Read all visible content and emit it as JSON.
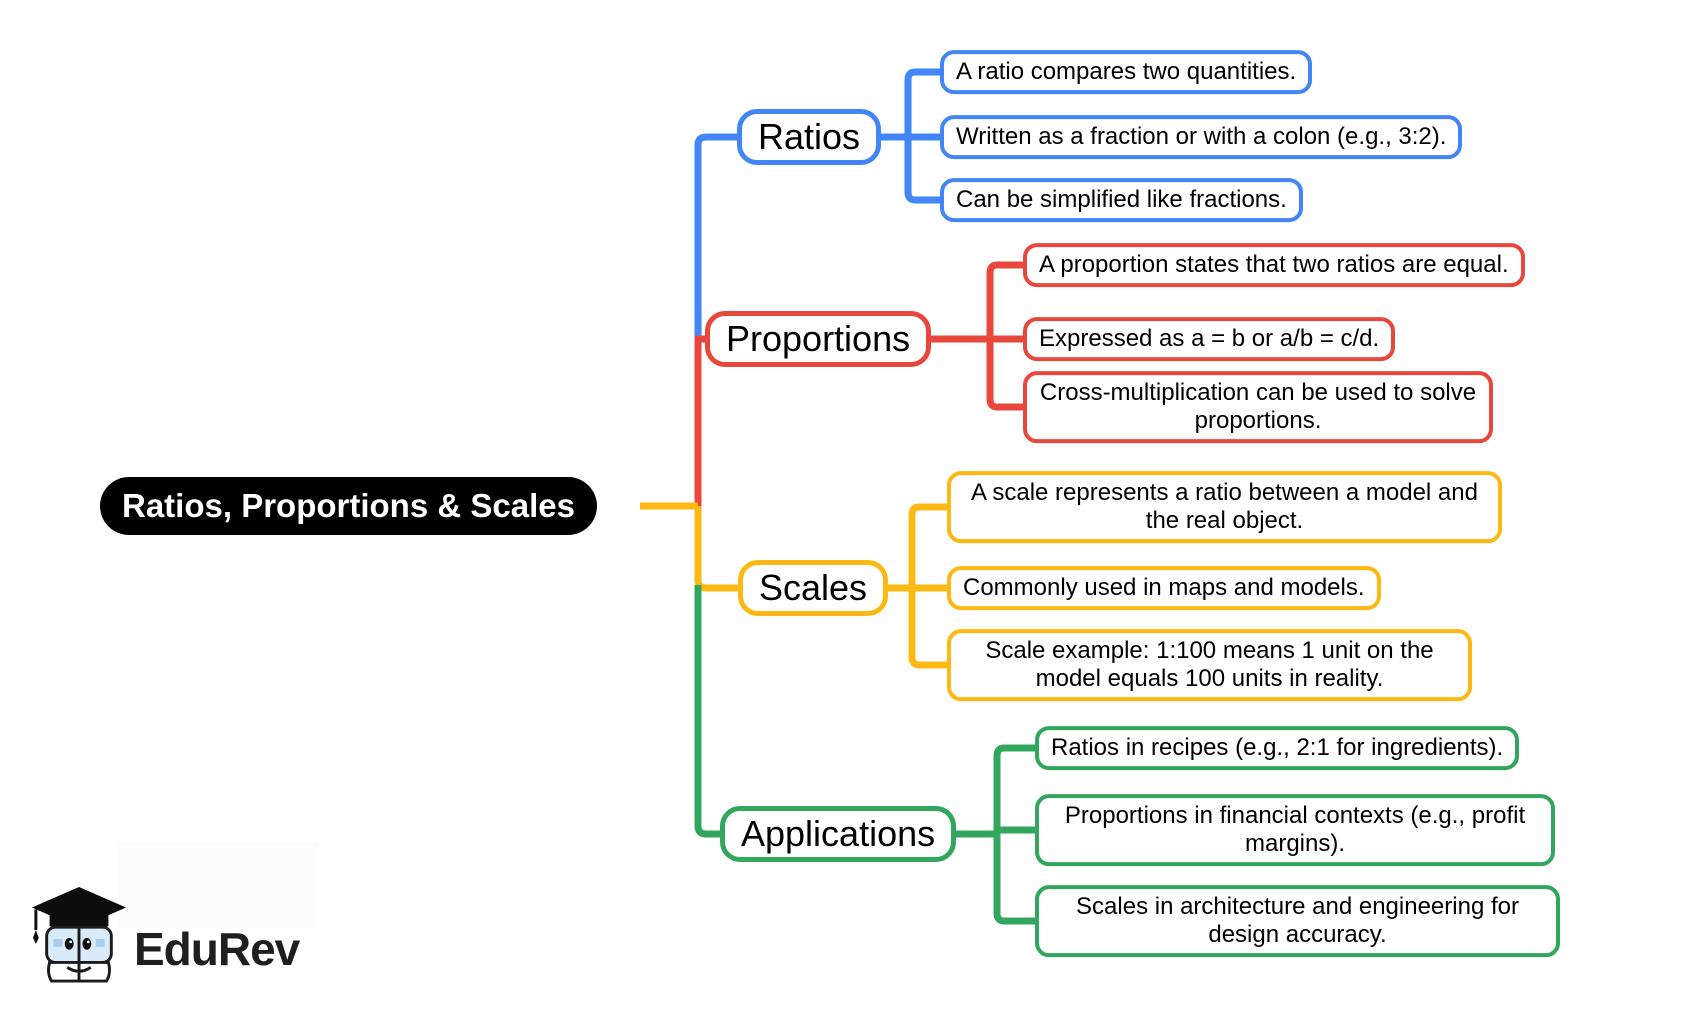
{
  "root": {
    "label": "Ratios, Proportions & Scales"
  },
  "branches": [
    {
      "label": "Ratios",
      "color": "#4285F4",
      "children": [
        "A ratio compares two quantities.",
        "Written as a fraction or with a colon (e.g., 3:2).",
        "Can be simplified like fractions."
      ]
    },
    {
      "label": "Proportions",
      "color": "#E8483C",
      "children": [
        "A proportion states that two ratios are equal.",
        "Expressed as a = b or a/b = c/d.",
        "Cross-multiplication can be used to solve proportions."
      ]
    },
    {
      "label": "Scales",
      "color": "#FCB813",
      "children": [
        "A scale represents a ratio between a model and the real object.",
        "Commonly used in maps and models.",
        "Scale example: 1:100 means 1 unit on the model equals 100 units in reality."
      ]
    },
    {
      "label": "Applications",
      "color": "#31A65C",
      "children": [
        "Ratios in recipes (e.g., 2:1 for ingredients).",
        "Proportions in financial contexts (e.g., profit margins).",
        "Scales in architecture and engineering for design accuracy."
      ]
    }
  ],
  "logo": {
    "brand": "EduRev"
  },
  "palette": {
    "root_bg": "#000000",
    "root_text": "#FFFFFF",
    "background": "#FFFFFF",
    "text": "#000000"
  }
}
